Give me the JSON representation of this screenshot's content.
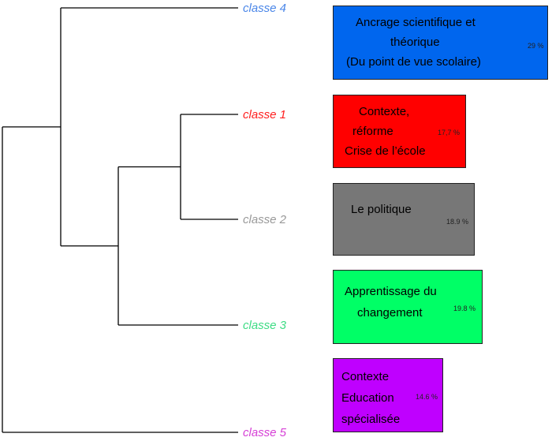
{
  "dendrogram": {
    "line_color": "#000000",
    "classes": [
      {
        "id": "4",
        "label": "classe 4",
        "color": "#4a86e8"
      },
      {
        "id": "1",
        "label": "classe 1",
        "color": "#ff2020"
      },
      {
        "id": "2",
        "label": "classe 2",
        "color": "#999999"
      },
      {
        "id": "3",
        "label": "classe 3",
        "color": "#3ddc84"
      },
      {
        "id": "5",
        "label": "classe 5",
        "color": "#d63fd6"
      }
    ]
  },
  "boxes": [
    {
      "class": "4",
      "color": "#0066ee",
      "lines": [
        "Ancrage scientifique et",
        "théorique",
        "(Du point de vue scolaire)"
      ],
      "percent": "29 %"
    },
    {
      "class": "1",
      "color": "#ff0000",
      "lines": [
        "Contexte,",
        "réforme",
        "Crise de l’école"
      ],
      "percent": "17,7 %"
    },
    {
      "class": "2",
      "color": "#777777",
      "lines": [
        "Le politique"
      ],
      "percent": "18.9 %"
    },
    {
      "class": "3",
      "color": "#00ff66",
      "lines": [
        "Apprentissage du",
        "changement"
      ],
      "percent": "19.8 %"
    },
    {
      "class": "5",
      "color": "#bf00ff",
      "lines": [
        "Contexte",
        "Education",
        "spécialisée"
      ],
      "percent": "14.6 %"
    }
  ]
}
